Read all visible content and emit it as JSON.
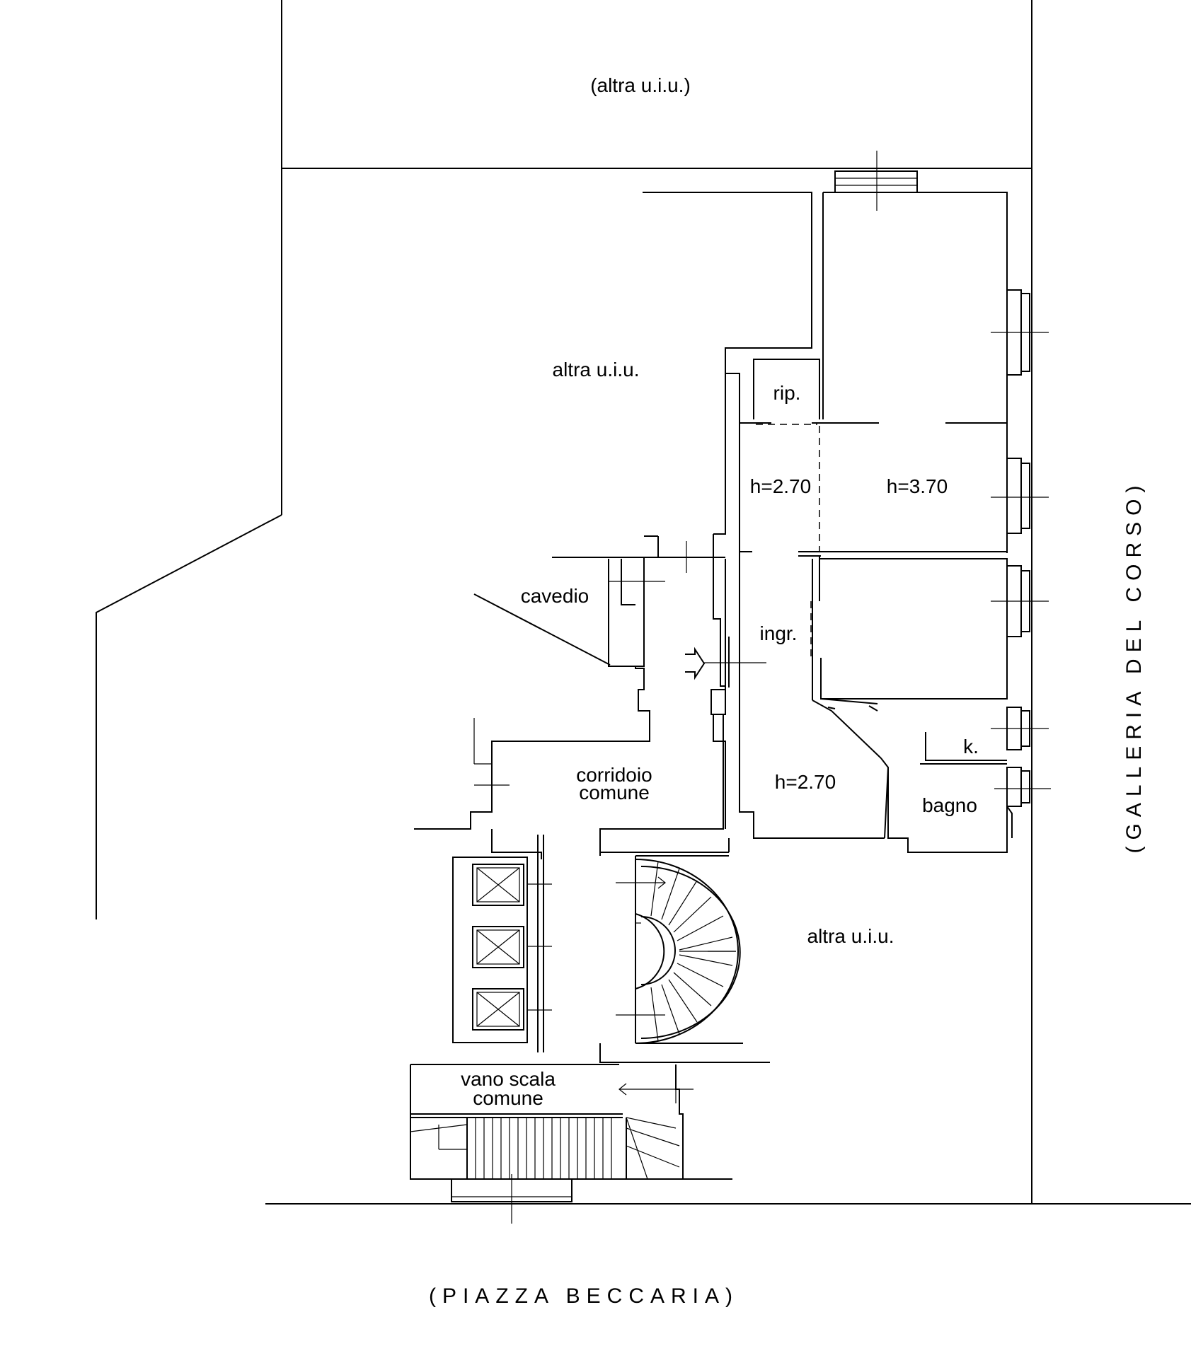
{
  "labels": {
    "other_unit_top": "(altra u.i.u.)",
    "other_unit_left": "altra u.i.u.",
    "other_unit_right": "altra u.i.u.",
    "storage": "rip.",
    "height_corridor": "h=2.70",
    "height_main_room": "h=3.70",
    "entrance": "ingr.",
    "height_lower_room": "h=2.70",
    "kitchenette": "k.",
    "bathroom": "bagno",
    "light_well": "cavedio",
    "common_corridor_line1": "corridoio",
    "common_corridor_line2": "comune",
    "stairwell_line1": "vano scala",
    "stairwell_line2": "comune"
  },
  "streets": {
    "bottom": "(PIAZZA BECCARIA)",
    "right": "(GALLERIA DEL CORSO)"
  }
}
